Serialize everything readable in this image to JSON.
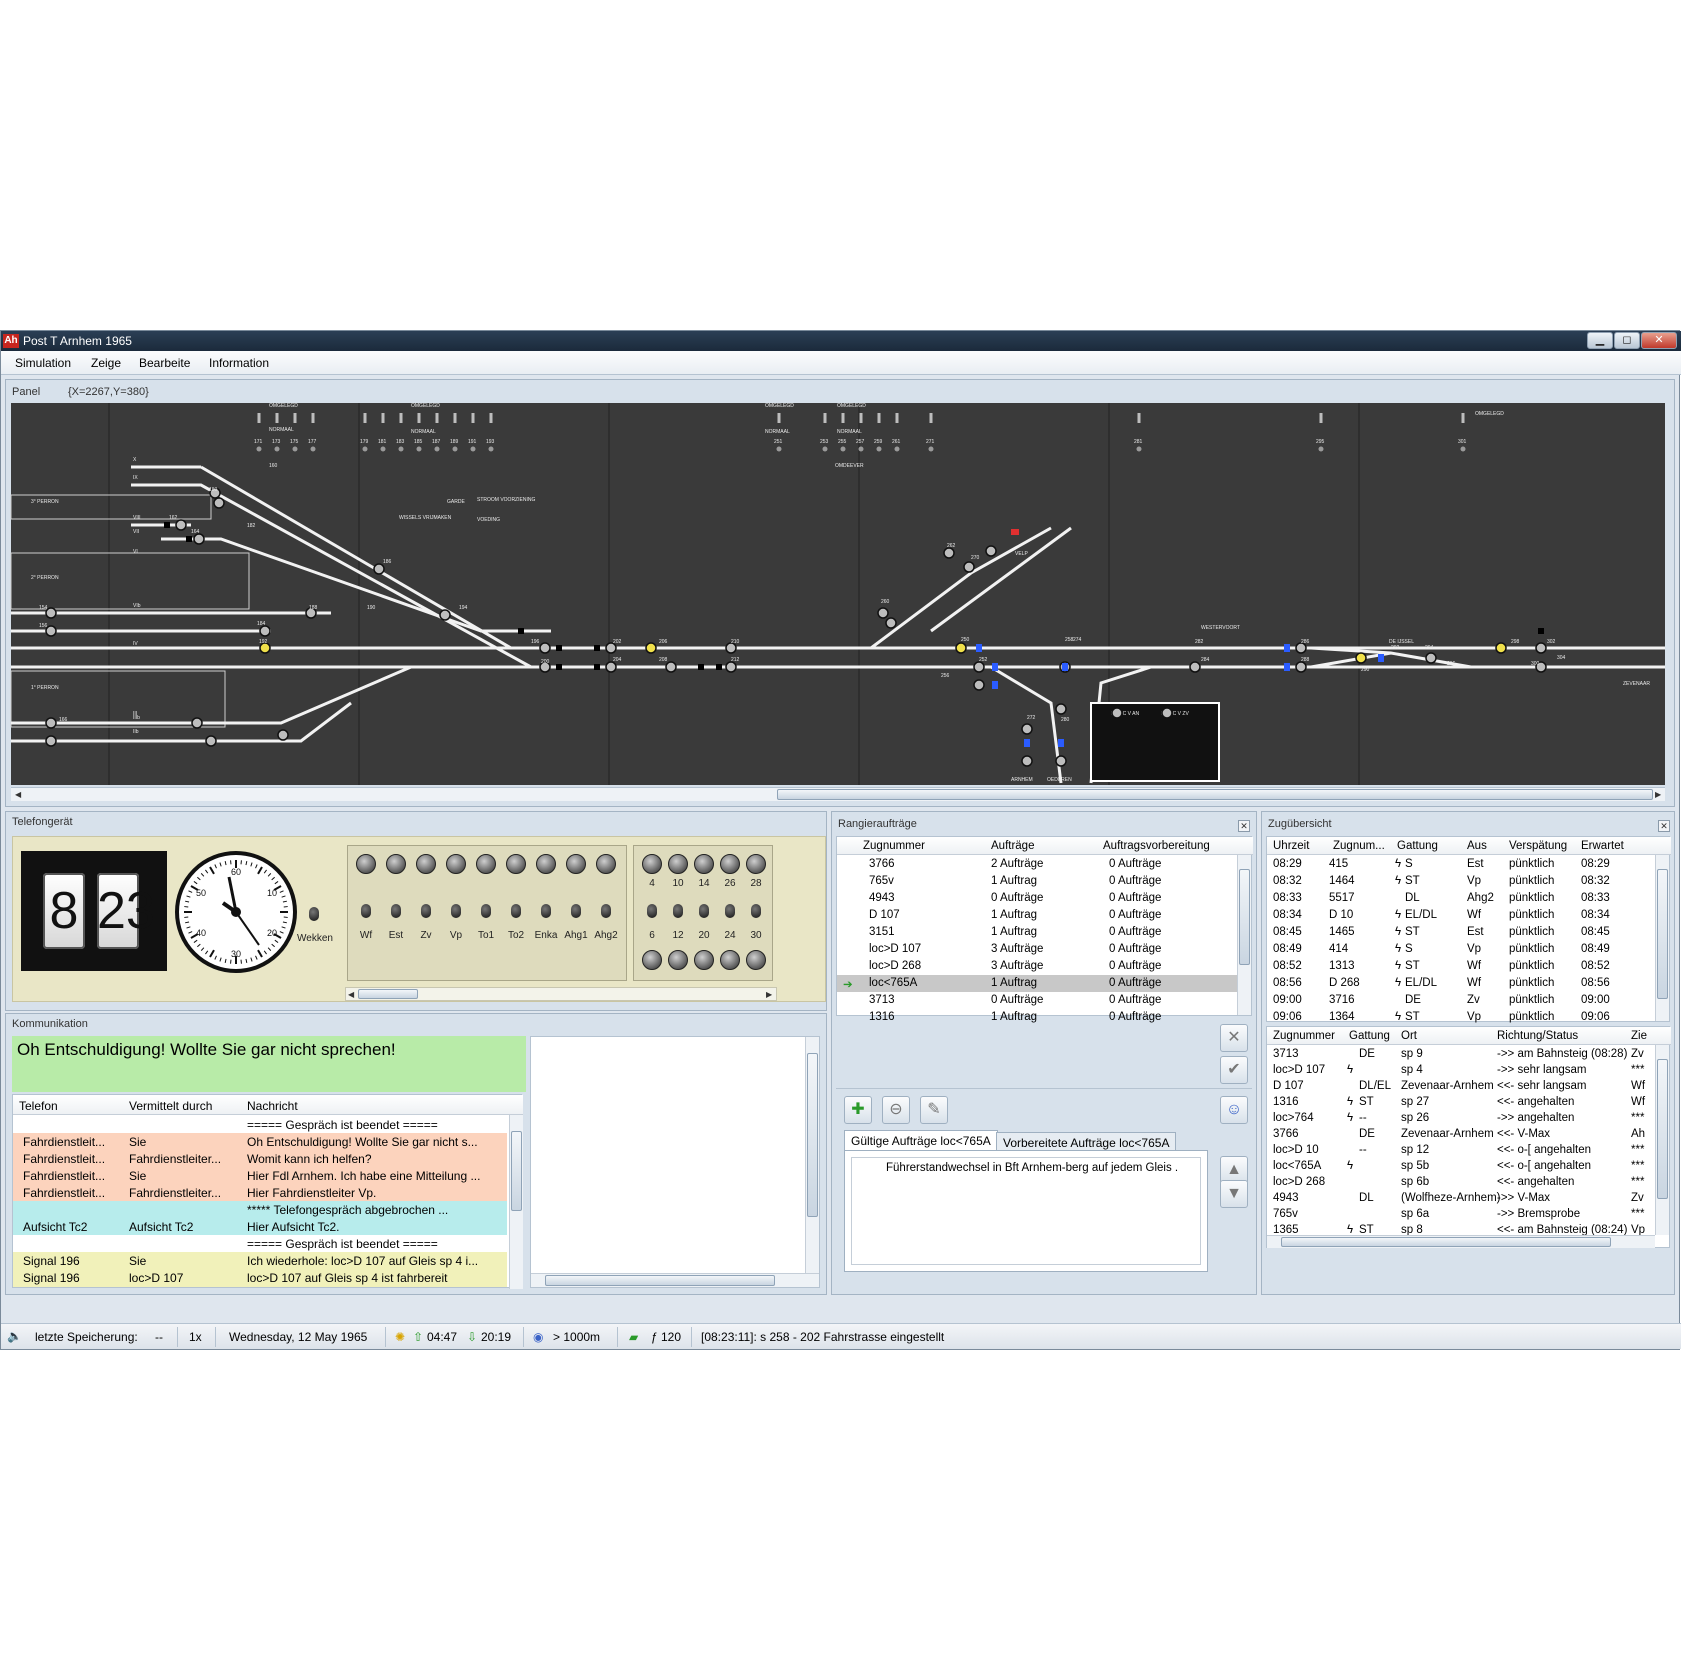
{
  "window": {
    "icon_text": "Ah",
    "title": "Post T Arnhem 1965",
    "min": "▁",
    "max": "◻",
    "close": "✕"
  },
  "menu": [
    "Simulation",
    "Zeige",
    "Bearbeite",
    "Information"
  ],
  "panel": {
    "title": "Panel",
    "coords": "{X=2267,Y=380}"
  },
  "track": {
    "platforms": [
      "3° PERRON",
      "2° PERRON",
      "1° PERRON"
    ],
    "group_labels": [
      "OMGELEGD",
      "OMGELEGD",
      "OMGELEGD",
      "OMGELEGD",
      "OMGELEGD"
    ],
    "normaal_labels": [
      "NORMAAL",
      "NORMAAL",
      "NORMAAL",
      "NORMAAL"
    ],
    "lever_numbers": [
      "171",
      "173",
      "175",
      "177",
      "179",
      "181",
      "183",
      "185",
      "187",
      "189",
      "191",
      "193",
      "251",
      "253",
      "255",
      "257",
      "259",
      "261",
      "271",
      "281",
      "295",
      "301"
    ],
    "misc": [
      "WISSELS VRIJMAKEN",
      "GARDE",
      "STROOM VOORZIENING",
      "VOEDING",
      "OMDEEVER",
      "VELP",
      "WESTERVOORT",
      "DE IJSSEL",
      "ZEVENAAR",
      "ARNHEM",
      "OEDEREN"
    ],
    "track_numbers": [
      "X",
      "IX",
      "VIII",
      "VII",
      "VI",
      "IV",
      "III",
      "IIb",
      "IIIb",
      "VIb",
      "154",
      "156",
      "160",
      "162",
      "164",
      "166",
      "180",
      "182",
      "184",
      "186",
      "188",
      "190",
      "192",
      "194",
      "196",
      "200",
      "202",
      "204",
      "206",
      "208",
      "210",
      "212",
      "250",
      "252",
      "256",
      "258",
      "260",
      "262",
      "270",
      "272",
      "274",
      "280",
      "282",
      "284",
      "286",
      "288",
      "290",
      "292",
      "294",
      "296",
      "298",
      "300",
      "302",
      "304"
    ],
    "control_box": [
      "N ANC V AN",
      "N ANC V ZV"
    ]
  },
  "telefon": {
    "title": "Telefongerät",
    "clock_hour": "8",
    "clock_minute": "23",
    "dial_numbers": [
      "60",
      "10",
      "20",
      "30",
      "40",
      "50"
    ],
    "wekken": "Wekken",
    "keys": [
      "Wf",
      "Est",
      "Zv",
      "Vp",
      "To1",
      "To2",
      "Enka",
      "Ahg1",
      "Ahg2"
    ],
    "keys2_top": [
      "4",
      "10",
      "14",
      "26",
      "28"
    ],
    "keys2_bottom": [
      "6",
      "12",
      "20",
      "24",
      "30"
    ]
  },
  "komm": {
    "title": "Kommunikation",
    "current": "Oh Entschuldigung! Wollte Sie gar nicht sprechen!",
    "headers": [
      "Telefon",
      "Vermittelt durch",
      "Nachricht"
    ],
    "rows": [
      {
        "telefon": "",
        "via": "",
        "msg": "===== Gespräch ist beendet =====",
        "color": "#ffffff"
      },
      {
        "telefon": "Fahrdienstleit...",
        "via": "Sie",
        "msg": "Oh Entschuldigung! Wollte Sie gar nicht s...",
        "color": "#fcd3bd"
      },
      {
        "telefon": "Fahrdienstleit...",
        "via": "Fahrdienstleiter...",
        "msg": "Womit kann ich helfen?",
        "color": "#fcd3bd"
      },
      {
        "telefon": "Fahrdienstleit...",
        "via": "Sie",
        "msg": "Hier Fdl Arnhem. Ich habe eine Mitteilung ...",
        "color": "#fcd3bd"
      },
      {
        "telefon": "Fahrdienstleit...",
        "via": "Fahrdienstleiter...",
        "msg": "Hier Fahrdienstleiter Vp.",
        "color": "#fcd3bd"
      },
      {
        "telefon": "",
        "via": "",
        "msg": "***** Telefongespräch abgebrochen ...",
        "color": "#b7ecec"
      },
      {
        "telefon": "Aufsicht Tc2",
        "via": "Aufsicht Tc2",
        "msg": "Hier Aufsicht Tc2.",
        "color": "#b7ecec"
      },
      {
        "telefon": "",
        "via": "",
        "msg": "===== Gespräch ist beendet =====",
        "color": "#ffffff"
      },
      {
        "telefon": "Signal 196",
        "via": "Sie",
        "msg": "Ich wiederhole: loc>D 107 auf Gleis sp 4 i...",
        "color": "#f1f1ba"
      },
      {
        "telefon": "Signal 196",
        "via": "loc>D 107",
        "msg": "loc>D 107 auf Gleis sp 4 ist fahrbereit",
        "color": "#f1f1ba"
      }
    ]
  },
  "rangier": {
    "title": "Rangieraufträge",
    "headers": [
      "Zugnummer",
      "Aufträge",
      "Auftragsvorbereitung"
    ],
    "rows": [
      {
        "zug": "3766",
        "auf": "2 Aufträge",
        "vor": "0 Aufträge"
      },
      {
        "zug": "765v",
        "auf": "1 Auftrag",
        "vor": "0 Aufträge"
      },
      {
        "zug": "4943",
        "auf": "0 Aufträge",
        "vor": "0 Aufträge"
      },
      {
        "zug": "D 107",
        "auf": "1 Auftrag",
        "vor": "0 Aufträge"
      },
      {
        "zug": "3151",
        "auf": "1 Auftrag",
        "vor": "0 Aufträge"
      },
      {
        "zug": "loc>D 107",
        "auf": "3 Aufträge",
        "vor": "0 Aufträge"
      },
      {
        "zug": "loc>D 268",
        "auf": "3 Aufträge",
        "vor": "0 Aufträge"
      },
      {
        "zug": "loc<765A",
        "auf": "1 Auftrag",
        "vor": "0 Aufträge"
      },
      {
        "zug": "3713",
        "auf": "0 Aufträge",
        "vor": "0 Aufträge"
      },
      {
        "zug": "1316",
        "auf": "1 Auftrag",
        "vor": "0 Aufträge"
      }
    ],
    "selected_index": 7,
    "tab_active": "Gültige Aufträge  loc<765A",
    "tab_other": "Vorbereitete Aufträge  loc<765A",
    "order_text": "Führerstandwechsel in Bft Arnhem-berg auf jedem Gleis ."
  },
  "zug": {
    "title": "Zugübersicht",
    "headers": [
      "Uhrzeit",
      "Zugnum...",
      "Gattung",
      "Aus",
      "Verspätung",
      "Erwartet"
    ],
    "rows": [
      {
        "t": "08:29",
        "nr": "415",
        "g": "S",
        "aus": "Est",
        "v": "pünktlich",
        "e": "08:29",
        "el": true
      },
      {
        "t": "08:32",
        "nr": "1464",
        "g": "ST",
        "aus": "Vp",
        "v": "pünktlich",
        "e": "08:32",
        "el": true
      },
      {
        "t": "08:33",
        "nr": "5517",
        "g": "DL",
        "aus": "Ahg2",
        "v": "pünktlich",
        "e": "08:33",
        "el": false
      },
      {
        "t": "08:34",
        "nr": "D 10",
        "g": "EL/DL",
        "aus": "Wf",
        "v": "pünktlich",
        "e": "08:34",
        "el": true
      },
      {
        "t": "08:45",
        "nr": "1465",
        "g": "ST",
        "aus": "Est",
        "v": "pünktlich",
        "e": "08:45",
        "el": true
      },
      {
        "t": "08:49",
        "nr": "414",
        "g": "S",
        "aus": "Vp",
        "v": "pünktlich",
        "e": "08:49",
        "el": true
      },
      {
        "t": "08:52",
        "nr": "1313",
        "g": "ST",
        "aus": "Wf",
        "v": "pünktlich",
        "e": "08:52",
        "el": true
      },
      {
        "t": "08:56",
        "nr": "D 268",
        "g": "EL/DL",
        "aus": "Wf",
        "v": "pünktlich",
        "e": "08:56",
        "el": true
      },
      {
        "t": "09:00",
        "nr": "3716",
        "g": "DE",
        "aus": "Zv",
        "v": "pünktlich",
        "e": "09:00",
        "el": false
      },
      {
        "t": "09:06",
        "nr": "1364",
        "g": "ST",
        "aus": "Vp",
        "v": "pünktlich",
        "e": "09:06",
        "el": true
      }
    ],
    "headers2": [
      "Zugnummer",
      "Gattung",
      "Ort",
      "Richtung/Status",
      "Zie"
    ],
    "rows2": [
      {
        "nr": "3713",
        "g": "DE",
        "ort": "sp 9",
        "st": "->> am Bahnsteig (08:28)",
        "z": "Zv",
        "el": false
      },
      {
        "nr": "loc>D 107",
        "g": "",
        "ort": "sp 4",
        "st": "->> sehr langsam",
        "z": "***",
        "el": true
      },
      {
        "nr": "D 107",
        "g": "DL/EL",
        "ort": "Zevenaar-Arnhem",
        "st": "<<- sehr langsam",
        "z": "Wf",
        "el": false
      },
      {
        "nr": "1316",
        "g": "ST",
        "ort": "sp 27",
        "st": "<<- angehalten",
        "z": "Wf",
        "el": true
      },
      {
        "nr": "loc>764",
        "g": "--",
        "ort": "sp 26",
        "st": "->> angehalten",
        "z": "***",
        "el": true
      },
      {
        "nr": "3766",
        "g": "DE",
        "ort": "Zevenaar-Arnhem",
        "st": "<<- V-Max",
        "z": "Ah",
        "el": false
      },
      {
        "nr": "loc>D 10",
        "g": "--",
        "ort": "sp 12",
        "st": "<<- o-[ angehalten",
        "z": "***",
        "el": false
      },
      {
        "nr": "loc<765A",
        "g": "",
        "ort": "sp 5b",
        "st": "<<- o-[ angehalten",
        "z": "***",
        "el": true
      },
      {
        "nr": "loc>D 268",
        "g": "",
        "ort": "sp 6b",
        "st": "<<- angehalten",
        "z": "***",
        "el": false
      },
      {
        "nr": "4943",
        "g": "DL",
        "ort": "(Wolfheze-Arnhem)",
        "st": "->> V-Max",
        "z": "Zv",
        "el": false
      },
      {
        "nr": "765v",
        "g": "",
        "ort": "sp 6a",
        "st": "->> Bremsprobe",
        "z": "***",
        "el": false
      },
      {
        "nr": "1365",
        "g": "ST",
        "ort": "sp 8",
        "st": "<<- am Bahnsteig (08:24)",
        "z": "Vp",
        "el": true
      }
    ]
  },
  "status": {
    "sound_icon": "speaker-icon",
    "save_label": "letzte Speicherung:",
    "save_value": "--",
    "speed": "1x",
    "date": "Wednesday, 12 May 1965",
    "sunrise": "04:47",
    "sunset": "20:19",
    "visibility": "> 1000m",
    "money": "ƒ 120",
    "log": "[08:23:11]: s 258 - 202 Fahrstrasse eingestellt"
  },
  "colors": {
    "track_bg": "#3a3a3a",
    "track_line": "#f2f2f2",
    "signal_yellow": "#f0e04a",
    "signal_blue": "#2b5cff",
    "signal_red": "#e03030"
  }
}
